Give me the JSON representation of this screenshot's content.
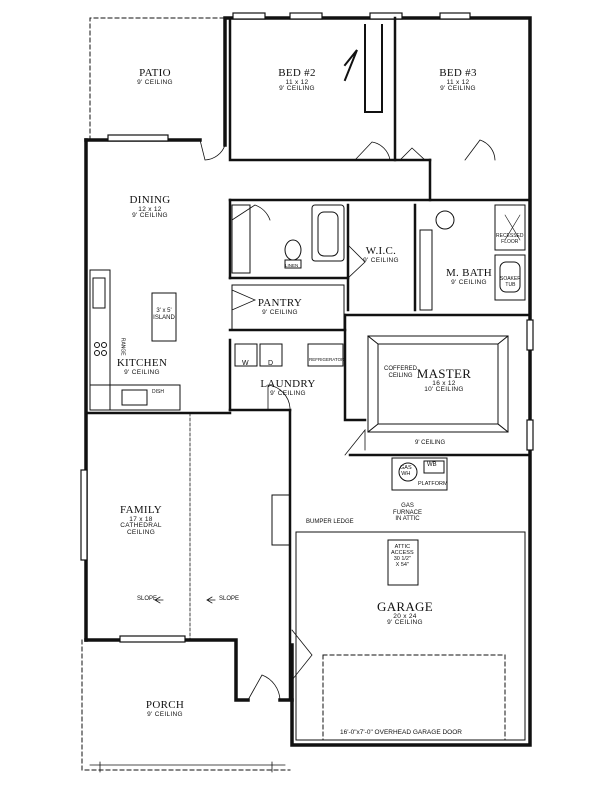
{
  "rooms": {
    "patio": {
      "name": "PATIO",
      "ceiling": "9' CEILING"
    },
    "bed2": {
      "name": "BED #2",
      "dims": "11 x 12",
      "ceiling": "9' CEILING"
    },
    "bed3": {
      "name": "BED #3",
      "dims": "11 x 12",
      "ceiling": "9' CEILING"
    },
    "dining": {
      "name": "DINING",
      "dims": "12 x 12",
      "ceiling": "9' CEILING"
    },
    "wic": {
      "name": "W.I.C.",
      "ceiling": "9' CEILING"
    },
    "mbath": {
      "name": "M. BATH",
      "ceiling": "9' CEILING"
    },
    "pantry": {
      "name": "PANTRY",
      "ceiling": "9' CEILING"
    },
    "kitchen": {
      "name": "KITCHEN",
      "ceiling": "9' CEILING"
    },
    "laundry": {
      "name": "LAUNDRY",
      "ceiling": "9' CEILING"
    },
    "master": {
      "name": "MASTER",
      "dims": "16 x 12",
      "ceiling": "10' CEILING"
    },
    "family": {
      "name": "FAMILY",
      "dims": "17 x 18",
      "ceiling_line1": "CATHEDRAL",
      "ceiling_line2": "CEILING"
    },
    "garage": {
      "name": "GARAGE",
      "dims": "20 x 24",
      "ceiling": "9' CEILING"
    },
    "porch": {
      "name": "PORCH",
      "ceiling": "9' CEILING"
    }
  },
  "notes": {
    "island_line1": "3' x 5'",
    "island_line2": "ISLAND",
    "coffered_line1": "COFFERED",
    "coffered_line2": "CEILING",
    "recessed_line1": "RECESSED",
    "recessed_line2": "FLOOR",
    "soaker_line1": "SOAKER",
    "soaker_line2": "TUB",
    "hall_ceiling": "9' CEILING",
    "gas_wh_line1": "GAS",
    "gas_wh_line2": "WH",
    "wb": "WB",
    "platform": "PLATFORM",
    "gas_furnace_line1": "GAS",
    "gas_furnace_line2": "FURNACE",
    "gas_furnace_line3": "IN ATTIC",
    "bumper_ledge": "BUMPER LEDGE",
    "attic_line1": "ATTIC",
    "attic_line2": "ACCESS",
    "attic_line3": "30 1/2\"",
    "attic_line4": "X 54\"",
    "slope_left": "SLOPE",
    "slope_right": "SLOPE",
    "garage_door": "16'-0\"x7'-0\" OVERHEAD GARAGE DOOR",
    "dish": "DISH",
    "refrigerator": "REFRIGERATOR",
    "washer": "W",
    "dryer": "D",
    "range": "RANGE",
    "linen": "LINEN"
  }
}
